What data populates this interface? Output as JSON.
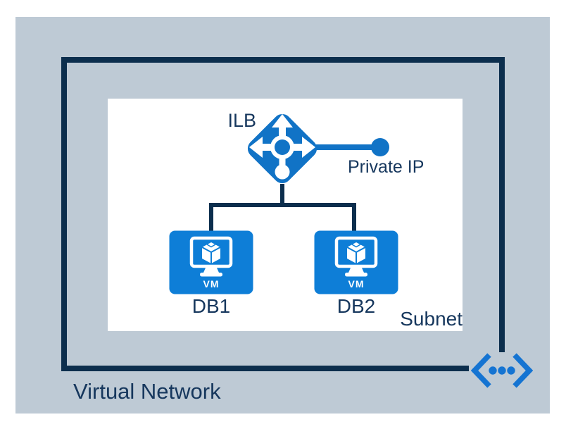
{
  "colors": {
    "page_background": "#ffffff",
    "canvas_background": "#becad5",
    "virtual_network_border": "#0c2e4d",
    "connector_line": "#0c2e4d",
    "label_text": "#16375d",
    "load_balancer_blue": "#1173c6",
    "vm_blue": "#0e7ed7",
    "chevron_blue": "#1574d2"
  },
  "icons": {
    "load_balancer": "load-balancer-icon",
    "virtual_machine": "vm-icon",
    "virtual_network": "virtual-network-chevron-icon",
    "private_ip_endpoint": "private-ip-dot-icon"
  },
  "diagram": {
    "virtual_network_label": "Virtual Network",
    "subnet_label": "Subnet",
    "ilb_label": "ILB",
    "private_ip_label": "Private IP",
    "vms": [
      {
        "label": "DB1",
        "icon_text": "VM"
      },
      {
        "label": "DB2",
        "icon_text": "VM"
      }
    ]
  }
}
